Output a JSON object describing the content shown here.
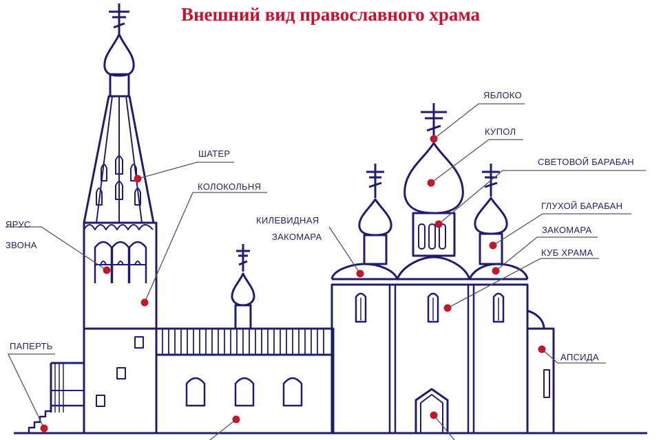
{
  "title": "Внешний вид православного храма",
  "colors": {
    "line": "#1f1c6e",
    "marker": "#c0182c",
    "title": "#c8102e",
    "leader": "#555555"
  },
  "labels": {
    "shater": "ШАТЕР",
    "kolokolnya": "КОЛОКОЛЬНЯ",
    "yarus_1": "ЯРУС",
    "yarus_2": "ЗВОНА",
    "paperte": "ПАПЕРТЬ",
    "kilevid_1": "КИЛЕВИДНАЯ",
    "kilevid_2": "ЗАКОМАРА",
    "yabloko": "ЯБЛОКО",
    "kupol": "КУПОЛ",
    "svetovoy": "СВЕТОВОЙ БАРАБАН",
    "gluhoy": "ГЛУХОЙ БАРАБАН",
    "zakomara": "ЗАКОМАРА",
    "kub": "КУБ ХРАМА",
    "apsida": "АПСИДА"
  }
}
